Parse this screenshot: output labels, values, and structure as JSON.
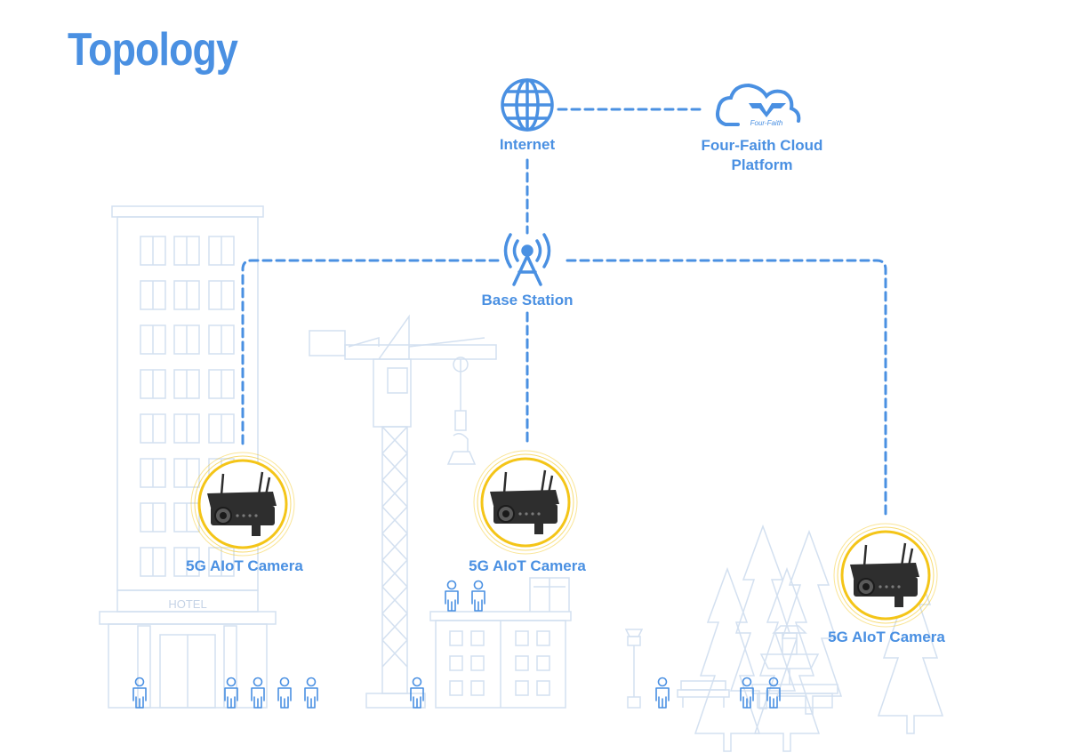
{
  "title": "Topology",
  "nodes": {
    "internet": "Internet",
    "cloud_line1": "Four-Faith Cloud",
    "cloud_line2": "Platform",
    "cloud_logo_text": "Four-Faith",
    "base_station": "Base Station",
    "camera_1": "5G AIoT Camera",
    "camera_2": "5G AIoT Camera",
    "camera_3": "5G AIoT Camera"
  },
  "scene": {
    "hotel_sign": "HOTEL"
  },
  "colors": {
    "accent": "#4a90e2",
    "outline": "#d3e0f0",
    "camera_ring": "#f4c518",
    "camera_body": "#2e2e2e"
  },
  "icons": [
    "globe-icon",
    "cloud-logo-icon",
    "antenna-tower-icon",
    "camera-icon",
    "person-icon"
  ]
}
